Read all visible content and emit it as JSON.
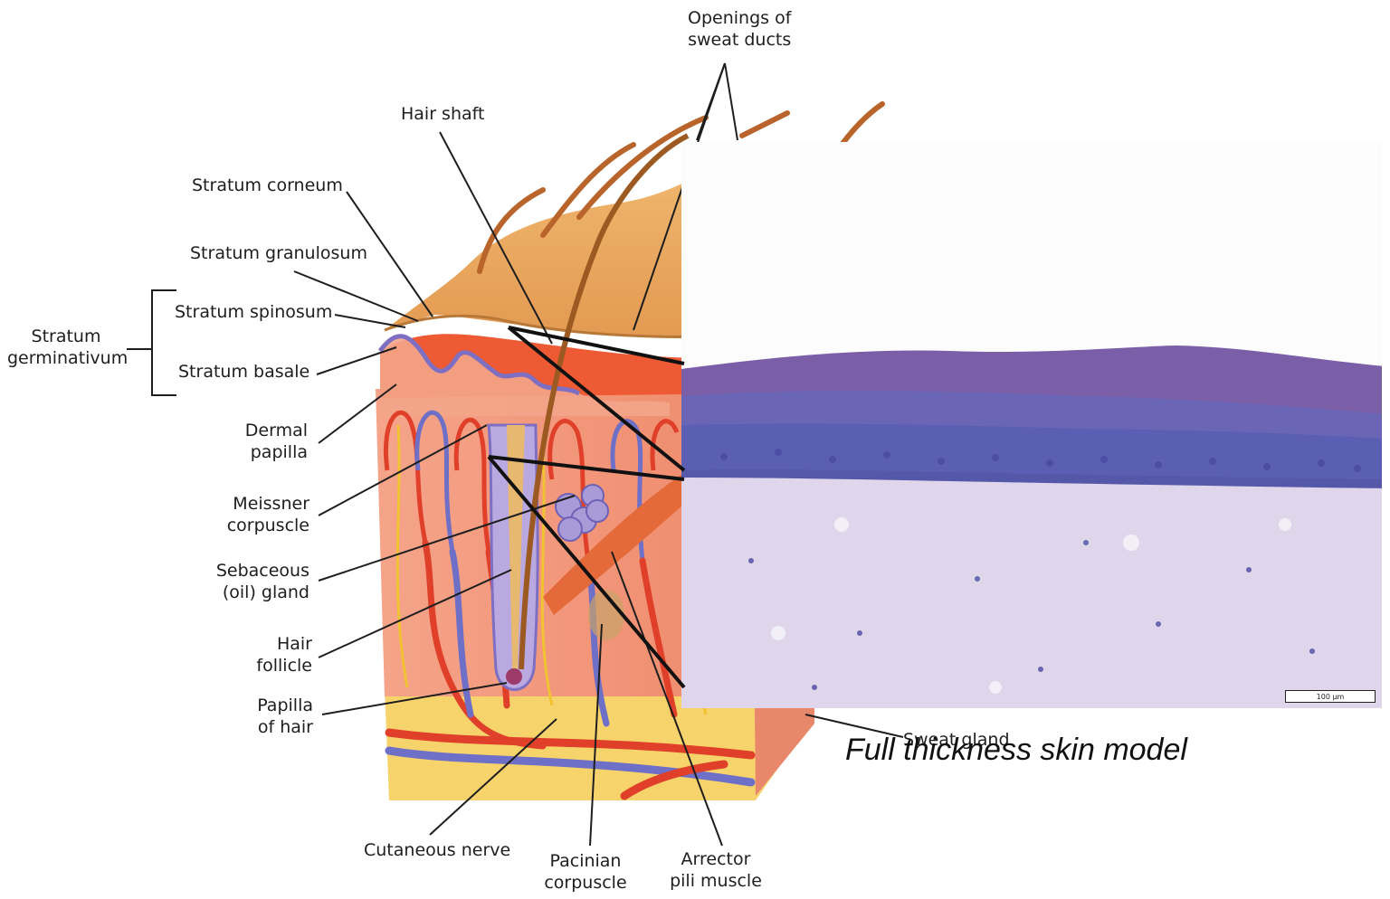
{
  "labels": {
    "openings_of_sweat_ducts": "Openings of\nsweat ducts",
    "hair_shaft": "Hair shaft",
    "stratum_corneum": "Stratum corneum",
    "stratum_granulosum": "Stratum granulosum",
    "stratum_spinosum": "Stratum spinosum",
    "stratum_germinativum": "Stratum\ngerminativum",
    "stratum_basale": "Stratum basale",
    "dermal_papilla": "Dermal\npapilla",
    "meissner_corpuscle": "Meissner\ncorpuscle",
    "sebaceous_gland": "Sebaceous\n(oil) gland",
    "hair_follicle": "Hair\nfollicle",
    "papilla_of_hair": "Papilla\nof hair",
    "cutaneous_nerve": "Cutaneous nerve",
    "pacinian_corpuscle": "Pacinian\ncorpuscle",
    "arrector_pili_muscle": "Arrector\npili muscle",
    "sweat_gland": "Sweat gland"
  },
  "micrograph": {
    "caption": "Full thickness skin model",
    "scale_bar": "100 µm"
  },
  "colors": {
    "epidermis": "#e9a35c",
    "dermis": "#f28b6a",
    "hypodermis": "#f7d36b",
    "artery": "#e0402a",
    "vein": "#6e6fc6",
    "histology_epidermis": "#5c5cb0",
    "histology_dermis": "#dcd3ea"
  }
}
